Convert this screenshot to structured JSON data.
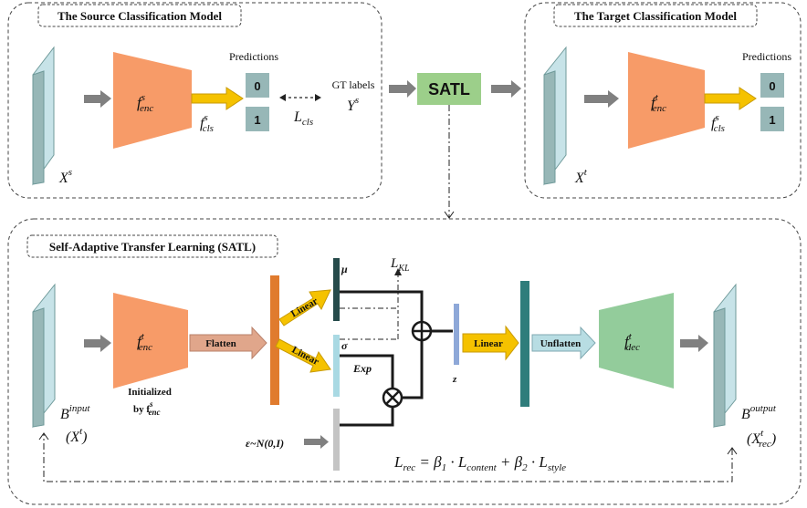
{
  "source_panel": {
    "title": "The Source Classification Model",
    "predictions_label": "Predictions",
    "pred_0": "0",
    "pred_1": "1",
    "gt_labels": "GT labels",
    "input_label": "X",
    "input_sup": "s",
    "enc_label": "f",
    "enc_sup": "s",
    "enc_sub": "enc",
    "cls_label": "f",
    "cls_sup": "s",
    "cls_sub": "cls",
    "loss_label": "L",
    "loss_sub": "cls",
    "gt_symbol": "Y",
    "gt_sup": "s"
  },
  "satl_box": {
    "label": "SATL"
  },
  "target_panel": {
    "title": "The Target Classification Model",
    "predictions_label": "Predictions",
    "pred_0": "0",
    "pred_1": "1",
    "input_label": "X",
    "input_sup": "t",
    "enc_label": "f",
    "enc_sup": "t",
    "enc_sub": "enc",
    "cls_label": "f",
    "cls_sup": "s",
    "cls_sub": "cls"
  },
  "satl_panel": {
    "title": "Self-Adaptive Transfer Learning (SATL)",
    "flatten": "Flatten",
    "linear_1": "Linear",
    "linear_2": "Linear",
    "linear_3": "Linear",
    "unflatten": "Unflatten",
    "exp": "Exp",
    "mu": "μ",
    "sigma": "σ",
    "z": "z",
    "epsilon": "ε~N(0,I)",
    "initialized_line1": "Initialized",
    "initialized_line2": "by f",
    "initialized_sup": "s",
    "initialized_sub": "enc",
    "enc_label": "f",
    "enc_sup": "t",
    "enc_sub": "enc",
    "dec_label": "f",
    "dec_sup": "t",
    "dec_sub": "dec",
    "input_b": "B",
    "input_b_sup": "input",
    "input_x": "(X",
    "input_x_sup": "t",
    "input_x_close": ")",
    "output_b": "B",
    "output_b_sup": "output",
    "output_x": "(X",
    "output_x_sup": "t",
    "output_x_sub": "rec",
    "output_x_close": ")",
    "kl_label": "L",
    "kl_sub": "KL",
    "rec_eq_L": "L",
    "rec_eq_sub": "rec",
    "rec_eq_rest1": " = β",
    "rec_eq_b1_sub": "1",
    "rec_eq_rest2": " · L",
    "rec_eq_content_sub": "content",
    "rec_eq_rest3": " + β",
    "rec_eq_b2_sub": "2",
    "rec_eq_rest4": " · L",
    "rec_eq_style_sub": "style"
  },
  "colors": {
    "slab_front": "#97b7b7",
    "slab_side": "#c7e3e8",
    "encoder": "#f79b68",
    "decoder": "#93cc9b",
    "satl": "#9ccf8a",
    "pred_box": "#97b7b7",
    "yellow_arrow": "#f5c200",
    "flatten_arrow": "#e0a68b",
    "unflatten_arrow": "#b8dde3",
    "orange_bar": "#e07b2e",
    "teal_bar": "#2f7d7b",
    "dark_bar": "#264b4b",
    "light_blue_bar": "#a9d9e3",
    "z_bar": "#8ea8d8",
    "grey_bar": "#c4c4c4",
    "grey_arrow": "#808080"
  }
}
